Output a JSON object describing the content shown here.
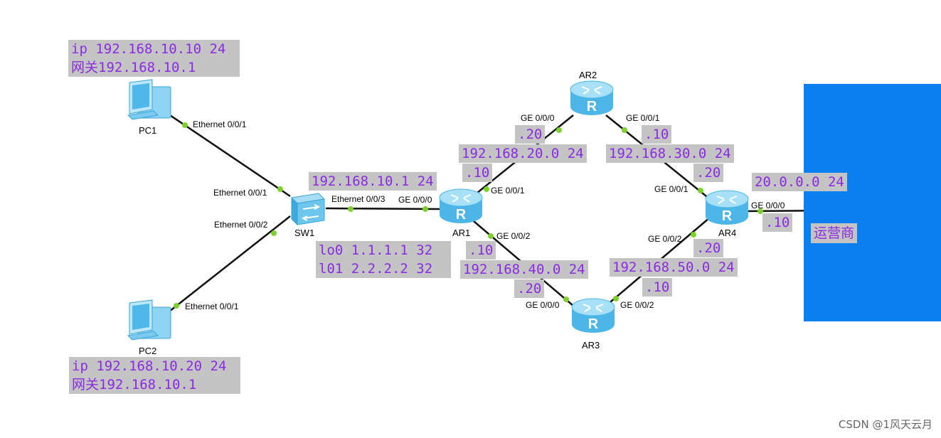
{
  "colors": {
    "link": "#111111",
    "port_dot": "#7dd12f",
    "note_bg": "#c4c4c4",
    "note_text": "#8a2be2",
    "isp_fill": "#0a7ff0",
    "router": "#5cc3ee"
  },
  "devices": {
    "pc1": "PC1",
    "pc2": "PC2",
    "sw1": "SW1",
    "ar1": "AR1",
    "ar2": "AR2",
    "ar3": "AR3",
    "ar4": "AR4",
    "router_glyph": "R"
  },
  "ports": {
    "pc1_e01": "Ethernet 0/0/1",
    "sw1_e01": "Ethernet 0/0/1",
    "sw1_e02": "Ethernet 0/0/2",
    "pc2_e01": "Ethernet 0/0/1",
    "sw1_e03": "Ethernet 0/0/3",
    "ar1_g000": "GE 0/0/0",
    "ar1_g001": "GE 0/0/1",
    "ar1_g002": "GE 0/0/2",
    "ar2_g000": "GE 0/0/0",
    "ar2_g001": "GE 0/0/1",
    "ar4_g001": "GE 0/0/1",
    "ar4_g002": "GE 0/0/2",
    "ar4_g000": "GE 0/0/0",
    "ar3_g000": "GE 0/0/0",
    "ar3_g002": "GE 0/0/2"
  },
  "notes": {
    "pc1_ip": "ip 192.168.10.10 24",
    "pc1_gw": "网关192.168.10.1",
    "pc2_ip": "ip 192.168.10.20 24",
    "pc2_gw": "网关192.168.10.1",
    "ar1_lan": "192.168.10.1 24",
    "ar1_lo0": "lo0 1.1.1.1 32",
    "ar1_lo1": "l01 2.2.2.2 32",
    "ar2_side_host": ".20",
    "net_20": "192.168.20.0 24",
    "ar1_net20_host": ".10",
    "ar2_net30_host": ".10",
    "net_30": "192.168.30.0 24",
    "ar4_net30_host": ".20",
    "ar1_net40_host": ".10",
    "net_40": "192.168.40.0 24",
    "ar3_net40_host": ".20",
    "ar4_net50_host": ".20",
    "net_50": "192.168.50.0 24",
    "ar3_net50_host": ".10",
    "wan_net": "20.0.0.0 24",
    "ar4_wan_host": ".10"
  },
  "isp": {
    "label": "运营商"
  },
  "watermark": "CSDN @1风天云月"
}
